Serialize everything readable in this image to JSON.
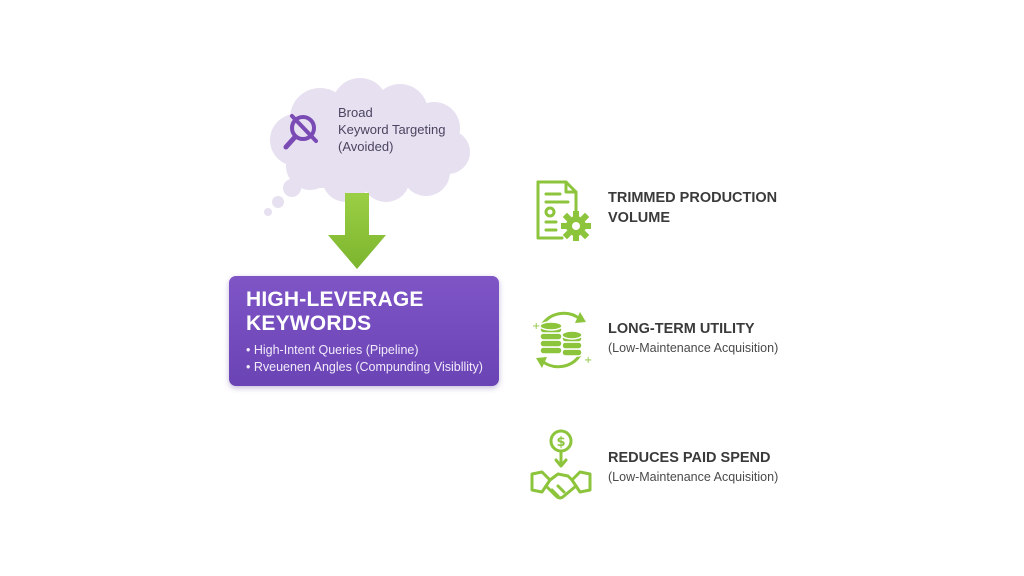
{
  "cloud": {
    "line1": "Broad",
    "line2": "Keyword Targeting",
    "line3": "(Avoided)",
    "icon": "crossed-out-magnifier-icon"
  },
  "arrow": {
    "icon": "down-arrow-icon"
  },
  "main_box": {
    "title_line1": "HIGH-LEVERAGE",
    "title_line2": "KEYWORDS",
    "bullets": [
      "• High-Intent Queries (Pipeline)",
      "• Rveuenen Angles (Compunding Visibllity)"
    ]
  },
  "benefits": [
    {
      "title_line1": "TRIMMED PRODUCTION",
      "title_line2": "VOLUME",
      "subtitle": "",
      "icon": "document-gear-icon"
    },
    {
      "title_line1": "LONG-TERM UTILITY",
      "title_line2": "",
      "subtitle": "(Low-Maintenance Acquisition)",
      "icon": "coin-stack-cycle-icon"
    },
    {
      "title_line1": "REDUCES PAID SPEND",
      "title_line2": "",
      "subtitle": "(Low-Maintenance Acquisition)",
      "icon": "handshake-dollar-icon"
    }
  ],
  "colors": {
    "purple": "#7149bb",
    "cloud_fill": "#e6e0f0",
    "green": "#8cc43c",
    "icon_purple": "#7a4bb5"
  }
}
